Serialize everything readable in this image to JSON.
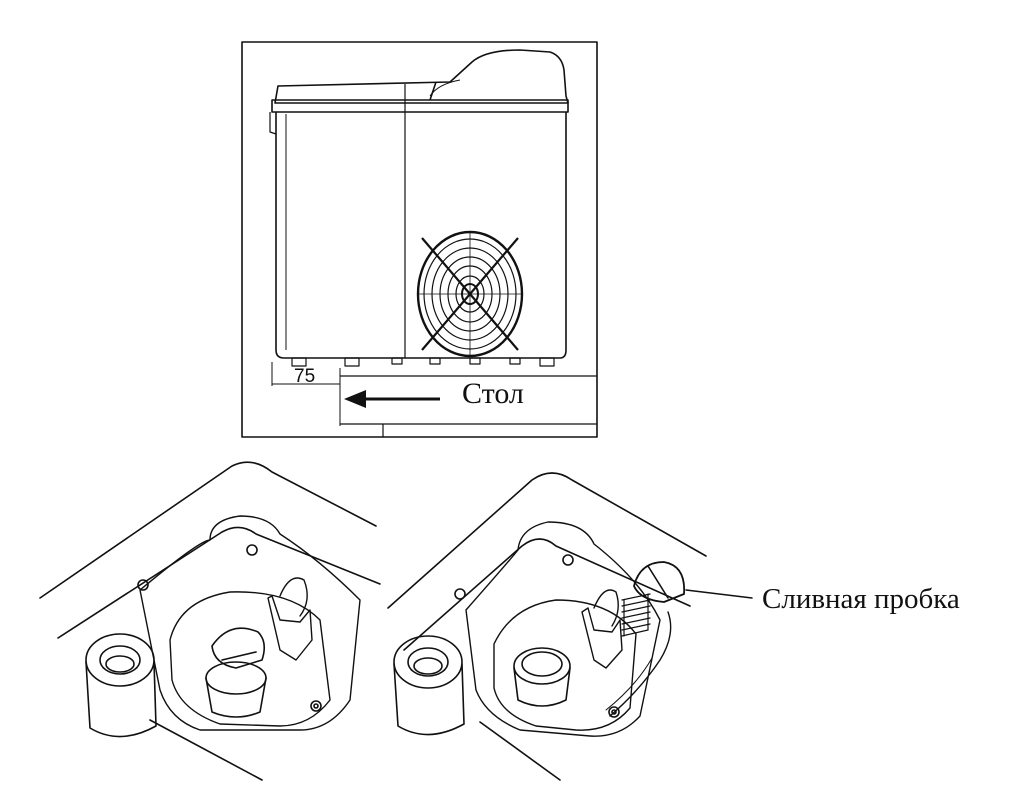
{
  "side_view": {
    "dimension_label": "75",
    "table_label": "Стол"
  },
  "drain_view": {
    "plug_label": "Сливная пробка"
  },
  "colors": {
    "line": "#111111",
    "background": "#ffffff"
  }
}
